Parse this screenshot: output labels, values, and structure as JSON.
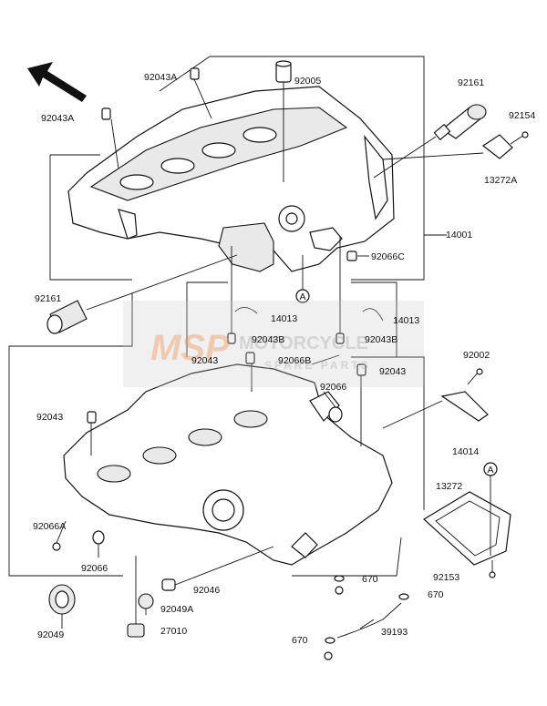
{
  "watermark": {
    "brand_main": "MSP",
    "brand_sub": "MOTORCYCLE",
    "tagline": "SPARE PARTS",
    "colors": {
      "box": "#c8c8c8",
      "logo": "#e0a070",
      "text": "#b0b0b0"
    }
  },
  "labels": {
    "p92043A_top": "92043A",
    "p92005": "92005",
    "p92161_top": "92161",
    "p92154": "92154",
    "p92043A_left": "92043A",
    "p13272A": "13272A",
    "p14001": "14001",
    "p92066C": "92066C",
    "p92161_left": "92161",
    "p14013_l": "14013",
    "p14013_r": "14013",
    "p92043B_l": "92043B",
    "p92043B_r": "92043B",
    "p92043_a": "92043",
    "p92066B": "92066B",
    "p92043_b": "92043",
    "p92002": "92002",
    "p92066": "92066",
    "p92043_c": "92043",
    "p14014": "14014",
    "p13272": "13272",
    "p92066A": "92066A",
    "p92066_b": "92066",
    "p92046": "92046",
    "p670_a": "670",
    "p92153": "92153",
    "p670_b": "670",
    "p92049A": "92049A",
    "p92049": "92049",
    "p27010": "27010",
    "p670_c": "670",
    "p39193": "39193"
  },
  "callouts": {
    "ref_a_1": "A",
    "ref_a_2": "A"
  }
}
